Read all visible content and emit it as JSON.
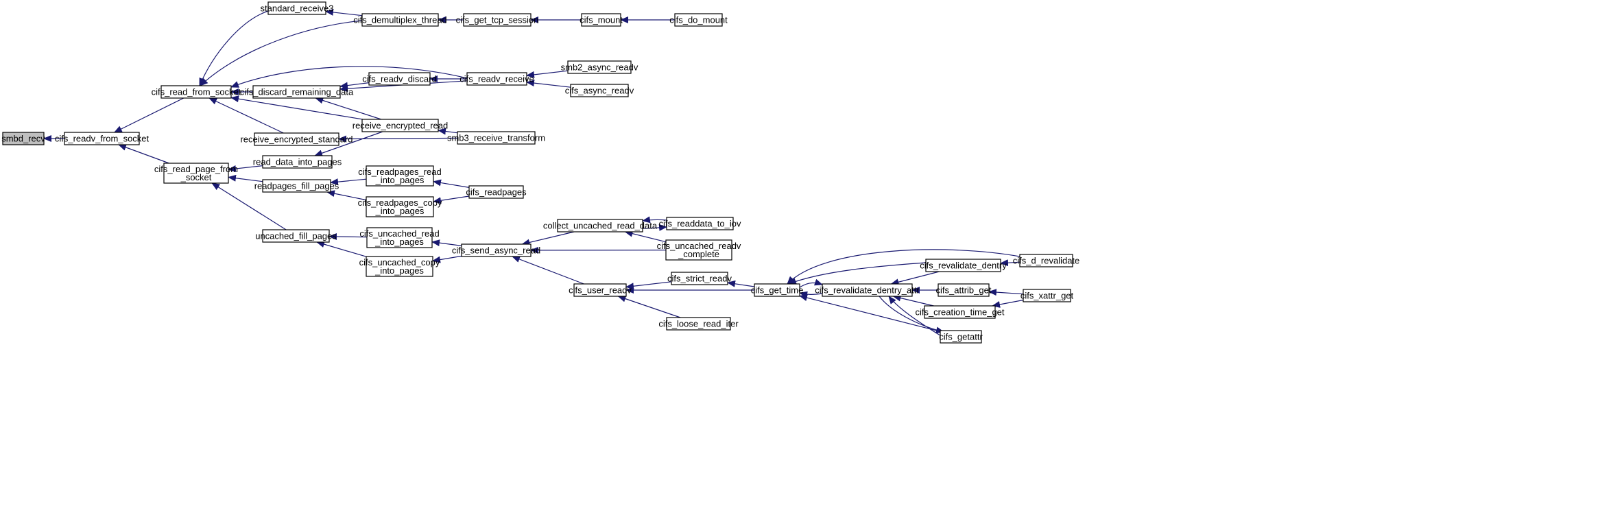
{
  "colors": {
    "edge": "#191970",
    "focus_fill": "#bfbfbf",
    "node_fill": "#ffffff",
    "border": "#000000"
  },
  "nodes": [
    {
      "id": "smbd_recv",
      "lines": [
        "smbd_recv"
      ],
      "focus": true
    },
    {
      "id": "cifs_readv_from_socket",
      "lines": [
        "cifs_readv_from_socket"
      ]
    },
    {
      "id": "cifs_read_from_socket",
      "lines": [
        "cifs_read_from_socket"
      ]
    },
    {
      "id": "cifs_read_page_from_socket",
      "lines": [
        "cifs_read_page_from",
        "_socket"
      ]
    },
    {
      "id": "standard_receive3",
      "lines": [
        "standard_receive3"
      ]
    },
    {
      "id": "cifs_discard_remaining_data",
      "lines": [
        "cifs_discard_remaining_data"
      ]
    },
    {
      "id": "receive_encrypted_standard",
      "lines": [
        "receive_encrypted_standard"
      ]
    },
    {
      "id": "read_data_into_pages",
      "lines": [
        "read_data_into_pages"
      ]
    },
    {
      "id": "readpages_fill_pages",
      "lines": [
        "readpages_fill_pages"
      ]
    },
    {
      "id": "uncached_fill_pages",
      "lines": [
        "uncached_fill_pages"
      ]
    },
    {
      "id": "cifs_demultiplex_thread",
      "lines": [
        "cifs_demultiplex_thread"
      ]
    },
    {
      "id": "cifs_readv_discard",
      "lines": [
        "cifs_readv_discard"
      ]
    },
    {
      "id": "receive_encrypted_read",
      "lines": [
        "receive_encrypted_read"
      ]
    },
    {
      "id": "cifs_readpages_read_into_pages",
      "lines": [
        "cifs_readpages_read",
        "_into_pages"
      ]
    },
    {
      "id": "cifs_readpages_copy_into_pages",
      "lines": [
        "cifs_readpages_copy",
        "_into_pages"
      ]
    },
    {
      "id": "cifs_uncached_read_into_pages",
      "lines": [
        "cifs_uncached_read",
        "_into_pages"
      ]
    },
    {
      "id": "cifs_uncached_copy_into_pages",
      "lines": [
        "cifs_uncached_copy",
        "_into_pages"
      ]
    },
    {
      "id": "cifs_get_tcp_session",
      "lines": [
        "cifs_get_tcp_session"
      ]
    },
    {
      "id": "cifs_readv_receive",
      "lines": [
        "cifs_readv_receive"
      ]
    },
    {
      "id": "smb3_receive_transform",
      "lines": [
        "smb3_receive_transform"
      ]
    },
    {
      "id": "cifs_readpages",
      "lines": [
        "cifs_readpages"
      ]
    },
    {
      "id": "cifs_send_async_read",
      "lines": [
        "cifs_send_async_read"
      ]
    },
    {
      "id": "cifs_mount",
      "lines": [
        "cifs_mount"
      ]
    },
    {
      "id": "smb2_async_readv",
      "lines": [
        "smb2_async_readv"
      ]
    },
    {
      "id": "cifs_async_readv",
      "lines": [
        "cifs_async_readv"
      ]
    },
    {
      "id": "collect_uncached_read_data",
      "lines": [
        "collect_uncached_read_data"
      ]
    },
    {
      "id": "cifs_user_readv",
      "lines": [
        "cifs_user_readv"
      ]
    },
    {
      "id": "cifs_do_mount",
      "lines": [
        "cifs_do_mount"
      ]
    },
    {
      "id": "cifs_readdata_to_iov",
      "lines": [
        "cifs_readdata_to_iov"
      ]
    },
    {
      "id": "cifs_uncached_readv_complete",
      "lines": [
        "cifs_uncached_readv",
        "_complete"
      ]
    },
    {
      "id": "cifs_strict_readv",
      "lines": [
        "cifs_strict_readv"
      ]
    },
    {
      "id": "cifs_loose_read_iter",
      "lines": [
        "cifs_loose_read_iter"
      ]
    },
    {
      "id": "cifs_get_time",
      "lines": [
        "cifs_get_time"
      ]
    },
    {
      "id": "cifs_revalidate_dentry",
      "lines": [
        "cifs_revalidate_dentry"
      ]
    },
    {
      "id": "cifs_revalidate_dentry_attr",
      "lines": [
        "cifs_revalidate_dentry_attr"
      ]
    },
    {
      "id": "cifs_attrib_get",
      "lines": [
        "cifs_attrib_get"
      ]
    },
    {
      "id": "cifs_creation_time_get",
      "lines": [
        "cifs_creation_time_get"
      ]
    },
    {
      "id": "cifs_getattr",
      "lines": [
        "cifs_getattr"
      ]
    },
    {
      "id": "cifs_d_revalidate",
      "lines": [
        "cifs_d_revalidate"
      ]
    },
    {
      "id": "cifs_xattr_get",
      "lines": [
        "cifs_xattr_get"
      ]
    }
  ],
  "edges": [
    {
      "from": "cifs_readv_from_socket",
      "to": "smbd_recv"
    },
    {
      "from": "cifs_read_from_socket",
      "to": "cifs_readv_from_socket"
    },
    {
      "from": "cifs_read_page_from_socket",
      "to": "cifs_readv_from_socket"
    },
    {
      "from": "standard_receive3",
      "to": "cifs_read_from_socket"
    },
    {
      "from": "cifs_demultiplex_thread",
      "to": "cifs_read_from_socket"
    },
    {
      "from": "cifs_readv_receive",
      "to": "cifs_read_from_socket"
    },
    {
      "from": "cifs_discard_remaining_data",
      "to": "cifs_read_from_socket"
    },
    {
      "from": "receive_encrypted_read",
      "to": "cifs_read_from_socket"
    },
    {
      "from": "receive_encrypted_standard",
      "to": "cifs_read_from_socket"
    },
    {
      "from": "read_data_into_pages",
      "to": "cifs_read_page_from_socket"
    },
    {
      "from": "readpages_fill_pages",
      "to": "cifs_read_page_from_socket"
    },
    {
      "from": "uncached_fill_pages",
      "to": "cifs_read_page_from_socket"
    },
    {
      "from": "cifs_demultiplex_thread",
      "to": "standard_receive3"
    },
    {
      "from": "cifs_readv_discard",
      "to": "cifs_discard_remaining_data"
    },
    {
      "from": "cifs_readv_receive",
      "to": "cifs_discard_remaining_data"
    },
    {
      "from": "receive_encrypted_read",
      "to": "cifs_discard_remaining_data"
    },
    {
      "from": "smb3_receive_transform",
      "to": "receive_encrypted_standard"
    },
    {
      "from": "receive_encrypted_read",
      "to": "read_data_into_pages"
    },
    {
      "from": "cifs_readpages_read_into_pages",
      "to": "readpages_fill_pages"
    },
    {
      "from": "cifs_readpages_copy_into_pages",
      "to": "readpages_fill_pages"
    },
    {
      "from": "cifs_uncached_read_into_pages",
      "to": "uncached_fill_pages"
    },
    {
      "from": "cifs_uncached_copy_into_pages",
      "to": "uncached_fill_pages"
    },
    {
      "from": "cifs_get_tcp_session",
      "to": "cifs_demultiplex_thread"
    },
    {
      "from": "cifs_readv_receive",
      "to": "cifs_readv_discard"
    },
    {
      "from": "smb3_receive_transform",
      "to": "receive_encrypted_read"
    },
    {
      "from": "cifs_readpages",
      "to": "cifs_readpages_read_into_pages"
    },
    {
      "from": "cifs_readpages",
      "to": "cifs_readpages_copy_into_pages"
    },
    {
      "from": "cifs_send_async_read",
      "to": "cifs_uncached_read_into_pages"
    },
    {
      "from": "cifs_send_async_read",
      "to": "cifs_uncached_copy_into_pages"
    },
    {
      "from": "cifs_mount",
      "to": "cifs_get_tcp_session"
    },
    {
      "from": "smb2_async_readv",
      "to": "cifs_readv_receive"
    },
    {
      "from": "cifs_async_readv",
      "to": "cifs_readv_receive"
    },
    {
      "from": "collect_uncached_read_data",
      "to": "cifs_send_async_read"
    },
    {
      "from": "cifs_uncached_readv_complete",
      "to": "cifs_send_async_read"
    },
    {
      "from": "cifs_user_readv",
      "to": "cifs_send_async_read"
    },
    {
      "from": "cifs_do_mount",
      "to": "cifs_mount"
    },
    {
      "from": "cifs_readdata_to_iov",
      "to": "collect_uncached_read_data"
    },
    {
      "from": "collect_uncached_read_data",
      "to": "cifs_readdata_to_iov"
    },
    {
      "from": "cifs_uncached_readv_complete",
      "to": "collect_uncached_read_data"
    },
    {
      "from": "cifs_strict_readv",
      "to": "cifs_user_readv"
    },
    {
      "from": "cifs_get_time",
      "to": "cifs_user_readv"
    },
    {
      "from": "cifs_loose_read_iter",
      "to": "cifs_user_readv"
    },
    {
      "from": "cifs_get_time",
      "to": "cifs_strict_readv"
    },
    {
      "from": "cifs_revalidate_dentry",
      "to": "cifs_get_time"
    },
    {
      "from": "cifs_revalidate_dentry_attr",
      "to": "cifs_get_time"
    },
    {
      "from": "cifs_d_revalidate",
      "to": "cifs_get_time"
    },
    {
      "from": "cifs_getattr",
      "to": "cifs_get_time"
    },
    {
      "from": "cifs_get_time",
      "to": "cifs_revalidate_dentry_attr"
    },
    {
      "from": "cifs_revalidate_dentry",
      "to": "cifs_revalidate_dentry_attr"
    },
    {
      "from": "cifs_attrib_get",
      "to": "cifs_revalidate_dentry_attr"
    },
    {
      "from": "cifs_creation_time_get",
      "to": "cifs_revalidate_dentry_attr"
    },
    {
      "from": "cifs_getattr",
      "to": "cifs_revalidate_dentry_attr"
    },
    {
      "from": "cifs_revalidate_dentry_attr",
      "to": "cifs_getattr"
    },
    {
      "from": "cifs_d_revalidate",
      "to": "cifs_revalidate_dentry"
    },
    {
      "from": "cifs_xattr_get",
      "to": "cifs_attrib_get"
    },
    {
      "from": "cifs_xattr_get",
      "to": "cifs_creation_time_get"
    }
  ]
}
